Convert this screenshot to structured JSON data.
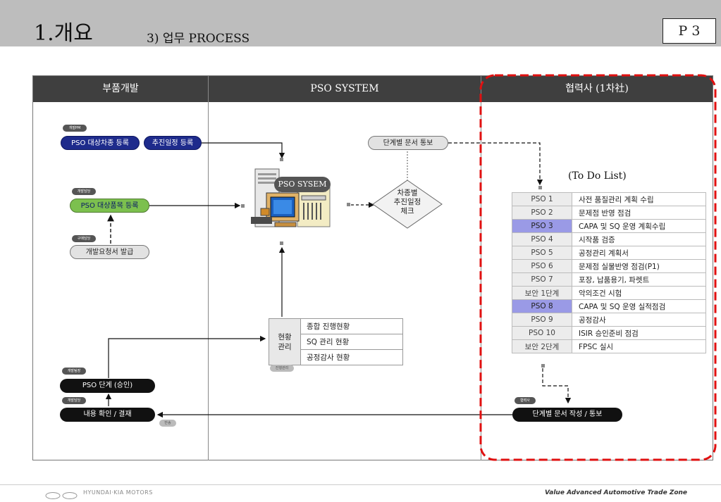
{
  "header": {
    "title": "1.개요",
    "subtitle": "3) 업무 PROCESS",
    "page": "P 3"
  },
  "columns": [
    "부품개발",
    "PSO SYSTEM",
    "협력사 (1차社)"
  ],
  "parts_dev": {
    "tag_dev_pm": "개발PM",
    "btn_register_vehicle": "PSO 대상차종 등록",
    "btn_register_schedule": "추진일정 등록",
    "tag_dev_owner1": "개발담당",
    "btn_register_parts": "PSO 대상품목 등록",
    "tag_purchase": "구매담당",
    "btn_dev_request": "개발요청서 발급",
    "tag_dev_team": "개발팀장",
    "btn_pso_stage": "PSO 단계 (승인)",
    "tag_dev_owner2": "개발담당",
    "btn_confirm": "내용 확인 / 결재",
    "tag_return": "반송"
  },
  "pso_system": {
    "notify": "단계별 문서 통보",
    "system_label": "PSO SYSEM",
    "diamond": [
      "차종별",
      "추진일정",
      "체크"
    ],
    "status_label": [
      "현황",
      "관리"
    ],
    "status_items": [
      "종합 진행현황",
      "SQ 관리 현황",
      "공정감사 현황"
    ],
    "tag_progress": "진행관리"
  },
  "supplier": {
    "todo_title": "(To Do List)",
    "todo": [
      {
        "code": "PSO 1",
        "desc": "사전 품질관리 계획 수립",
        "hl": false
      },
      {
        "code": "PSO 2",
        "desc": "문제점 반영 점검",
        "hl": false
      },
      {
        "code": "PSO 3",
        "desc": "CAPA 및 SQ 운영 계획수립",
        "hl": true
      },
      {
        "code": "PSO 4",
        "desc": "시작품 검증",
        "hl": false
      },
      {
        "code": "PSO 5",
        "desc": "공정관리 계획서",
        "hl": false
      },
      {
        "code": "PSO 6",
        "desc": "문제점 실물반영 점검(P1)",
        "hl": false
      },
      {
        "code": "PSO 7",
        "desc": "포장, 납품용기, 파렛트",
        "hl": false
      },
      {
        "code": "보안 1단계",
        "desc": "악의조건 시험",
        "hl": false
      },
      {
        "code": "PSO 8",
        "desc": "CAPA 및 SQ 운영 실적점검",
        "hl": true
      },
      {
        "code": "PSO 9",
        "desc": "공정감사",
        "hl": false
      },
      {
        "code": "PSO 10",
        "desc": "ISIR 승인준비 점검",
        "hl": false
      },
      {
        "code": "보안 2단계",
        "desc": " FPSC 실시",
        "hl": false
      }
    ],
    "tag_supplier": "협력사",
    "btn_docs": "단계별 문서 작성 / 통보"
  },
  "footer": {
    "logo": "HYUNDAI·KIA MOTORS",
    "tagline": "Value Advanced Automotive Trade Zone"
  },
  "colors": {
    "header_dark": "#3f3f3f",
    "navy": "#1e2b8c",
    "green": "#7cc04e",
    "highlight": "#9a9ae6",
    "red_dash": "#e01010"
  }
}
